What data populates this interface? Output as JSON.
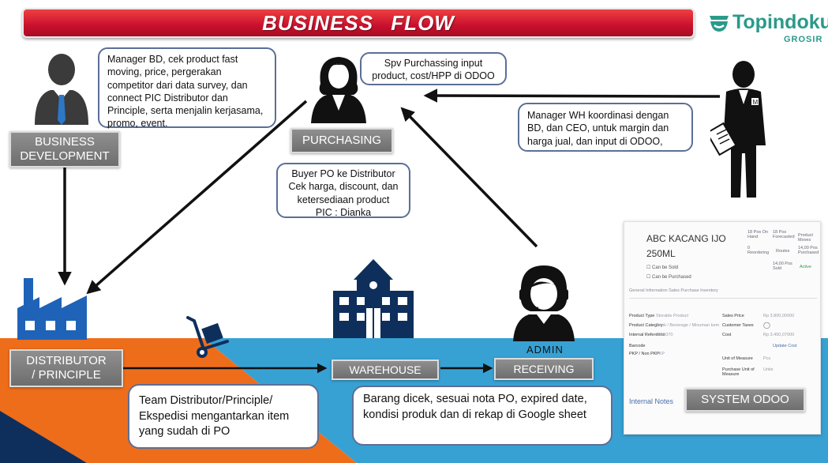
{
  "title": "BUSINESS   FLOW",
  "brand": {
    "name": "Topindoku",
    "sub": "GROSIR"
  },
  "colors": {
    "banner": "#c8102e",
    "orange": "#ee6d1b",
    "blue": "#37a1d4",
    "navy": "#0e2f5c",
    "brand": "#2a9a8a"
  },
  "roles": {
    "bd": "BUSINESS\nDEVELOPMENT",
    "purchasing": "PURCHASING",
    "distributor": "DISTRIBUTOR\n/ PRINCIPLE",
    "warehouse": "WAREHOUSE",
    "receiving": "RECEIVING",
    "admin": "ADMIN",
    "system": "SYSTEM ODOO"
  },
  "notes": {
    "bd": "Manager BD, cek product fast moving, price, pergerakan competitor dari data survey, dan connect PIC Distributor dan Principle, serta menjalin kerjasama, promo, event.",
    "spv": "Spv Purchassing input product, cost/HPP di ODOO",
    "wh": "Manager WH koordinasi dengan BD, dan CEO, untuk margin dan harga jual, dan input di ODOO,",
    "buyer": "Buyer PO ke Distributor\nCek harga, discount, dan ketersediaan product\nPIC : Dianka",
    "distributor": "Team Distributor/Principle/ Ekspedisi mengantarkan item yang sudah di PO",
    "receiving": "Barang dicek, sesuai nota PO, expired date, kondisi produk dan di  rekap di Google sheet"
  },
  "odoo": {
    "product_name": "ABC KACANG IJO\n250ML",
    "can_be_sold": "Can be Sold",
    "can_be_purchased": "Can be Purchased",
    "buttons": [
      "18 Pos On Hand",
      "18 Pos Forecasted",
      "Product Moves",
      "0 Reordering",
      "Routes",
      "14,00 Pos Purchased",
      "14,00 Pos Sold",
      "Active"
    ],
    "tabs": "General Information    Sales    Purchase    Inventory",
    "left_fields": [
      {
        "label": "Product Type",
        "value": "Storable Product"
      },
      {
        "label": "Product Category",
        "value": "Drink / Beverage / Minuman kemasan botol"
      },
      {
        "label": "Internal Reference",
        "value": "2215070"
      },
      {
        "label": "Barcode",
        "value": ""
      },
      {
        "label": "PKP / Non PKP",
        "value": "PKP"
      }
    ],
    "right_fields": [
      {
        "label": "Sales Price",
        "value": "Rp 3.800,00000"
      },
      {
        "label": "Customer Taxes",
        "value": ""
      },
      {
        "label": "Cost",
        "value": "Rp 3.450,07000"
      },
      {
        "label": "",
        "value": "Update Cost"
      },
      {
        "label": "Unit of Measure",
        "value": "Pcs"
      },
      {
        "label": "Purchase Unit of Measure",
        "value": "Units"
      }
    ],
    "notes": "Internal Notes"
  }
}
